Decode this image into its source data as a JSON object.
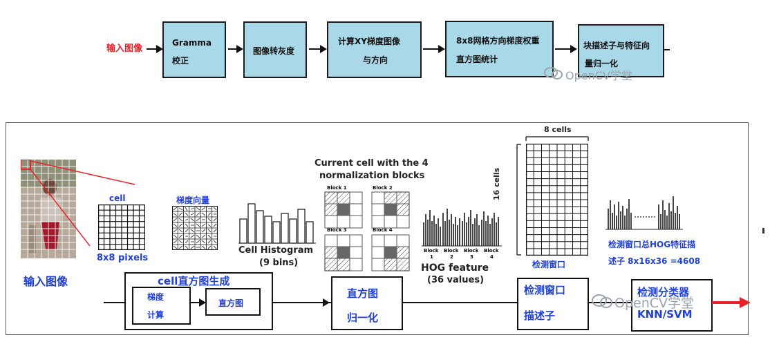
{
  "flow": {
    "input_label": "输入图像",
    "boxes": [
      {
        "line1": "Gramma",
        "line2": "校正"
      },
      {
        "line1": "图像转灰度",
        "line2": ""
      },
      {
        "line1": "计算XY梯度图像",
        "line2": "与方向"
      },
      {
        "line1": "8x8网格方向梯度权重",
        "line2": "直方图统计"
      },
      {
        "line1": "块描述子与特征向",
        "line2": "量归一化"
      }
    ]
  },
  "watermark": "OpenCV学堂",
  "panel": {
    "input_image_label": "输入图像",
    "cell_label": "cell",
    "cell_pixels_label": "8x8 pixels",
    "gradient_vector_label": "梯度向量",
    "cell_histogram_label": "Cell Histogram",
    "nine_bins_label": "(9 bins)",
    "current_cell_title_1": "Current cell with the 4",
    "current_cell_title_2": "normalization blocks",
    "block_labels": [
      "Block 1",
      "Block 2",
      "Block 3",
      "Block 4"
    ],
    "hog_feature_label": "HOG feature",
    "values_label": "(36 values)",
    "hog_axis_labels": [
      "Block",
      "Block",
      "Block",
      "Block"
    ],
    "hog_axis_numbers": [
      "1",
      "2",
      "3",
      "4"
    ],
    "cells_8_label": "8 cells",
    "cells_16_label": "16 cells",
    "detection_window_label": "检测窗口",
    "total_hog_label_1": "检测窗口总HOG特征描",
    "total_hog_label_2": "述子 8x16x36 =4608",
    "cell_hist_gen_label": "cell直方图生成",
    "gradient_calc_1": "梯度",
    "gradient_calc_2": "计算",
    "histogram_box": "直方图",
    "hist_norm_1": "直方图",
    "hist_norm_2": "归一化",
    "window_desc_1": "检测窗口",
    "window_desc_2": "描述子",
    "classifier_1": "检测分类器",
    "classifier_2": "KNN/SVM"
  },
  "colors": {
    "flow_box": "#a9d8e8",
    "input_red": "#e8222a",
    "blue_text": "#1f3fd8",
    "arrow_red": "#e8222a"
  }
}
